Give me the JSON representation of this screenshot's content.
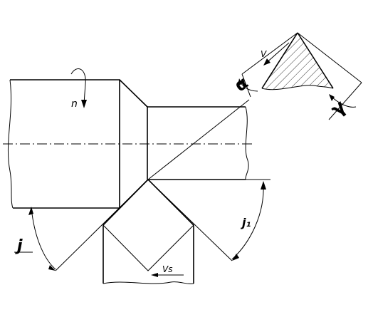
{
  "labels": {
    "n": "n",
    "v": "V",
    "vs": "Vs",
    "alpha": "α",
    "gamma": "γ",
    "phi_main": "j",
    "phi_aux": "j₁"
  },
  "colors": {
    "ink": "#000000",
    "background": "#ffffff"
  }
}
